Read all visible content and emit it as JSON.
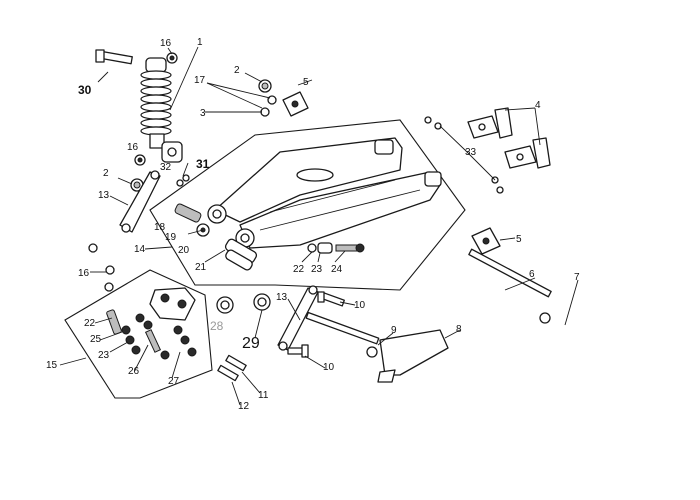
{
  "callouts": {
    "c1": "1",
    "c2a": "2",
    "c2b": "2",
    "c3": "3",
    "c4": "4",
    "c5a": "5",
    "c5b": "5",
    "c6": "6",
    "c7": "7",
    "c8": "8",
    "c9": "9",
    "c10a": "10",
    "c10b": "10",
    "c11": "11",
    "c12": "12",
    "c13a": "13",
    "c13b": "13",
    "c14": "14",
    "c15": "15",
    "c16a": "16",
    "c16b": "16",
    "c16c": "16",
    "c17": "17",
    "c18": "18",
    "c19": "19",
    "c20": "20",
    "c21": "21",
    "c22a": "22",
    "c22b": "22",
    "c23a": "23",
    "c23b": "23",
    "c24": "24",
    "c25": "25",
    "c26": "26",
    "c27": "27",
    "c28": "28",
    "c29": "29",
    "c30": "30",
    "c31": "31",
    "c32": "32",
    "c33": "33"
  }
}
